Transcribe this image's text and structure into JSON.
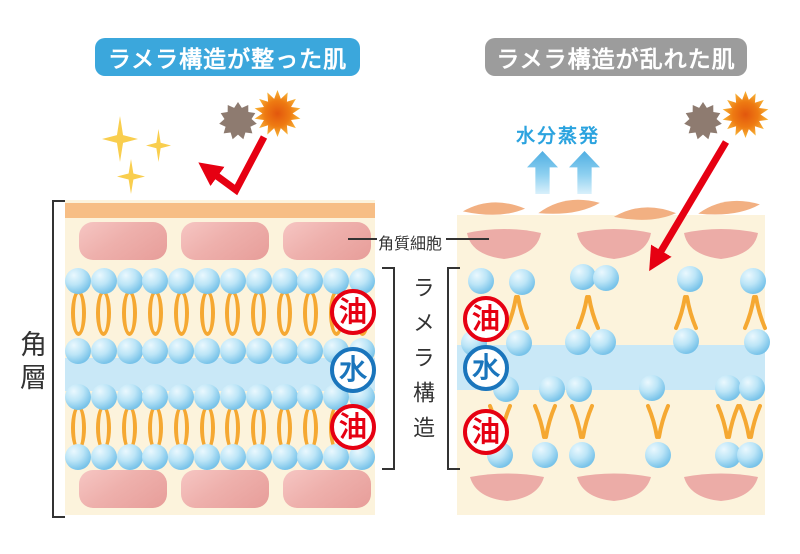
{
  "titles": {
    "left": "ラメラ構造が整った肌",
    "right": "ラメラ構造が乱れた肌"
  },
  "labels": {
    "stratum_corneum": "角層",
    "corneocyte": "角質細胞",
    "lamellar_structure": "ラメラ構造",
    "oil": "油",
    "water": "水",
    "evaporation": "水分蒸発"
  },
  "icons": [
    "sparkle-icon",
    "uv-burst-icon",
    "sun-icon",
    "evaporation-arrow-icon",
    "reflect-arrow-icon",
    "penetrate-arrow-icon"
  ],
  "colors": {
    "title_left_bg": "#3BA7DC",
    "title_right_bg": "#9C9C9C",
    "title_text": "#FFFFFF",
    "red_arrow": "#E60012",
    "oil_red": "#E60012",
    "water_blue": "#1A75BC",
    "evaporation_blue": "#2BA3DF",
    "block_bg": "#FCF3DC",
    "surface_orange": "#F7BE85",
    "flake_orange": "#F2B082",
    "cell_pink_dark": "#E79D99",
    "cell_pink_light": "#F6C6C3",
    "crescent_pink": "#ECACA7",
    "water_band": "#C9E8F7",
    "head_blue": "#5BB2E2",
    "tail_orange": "#F5A832",
    "sparkle_yellow": "#F9CE4E",
    "burst_brown": "#8E7B70",
    "sun_outer": "#F9B93B",
    "sun_core": "#E2570D",
    "label_dark": "#333333"
  }
}
